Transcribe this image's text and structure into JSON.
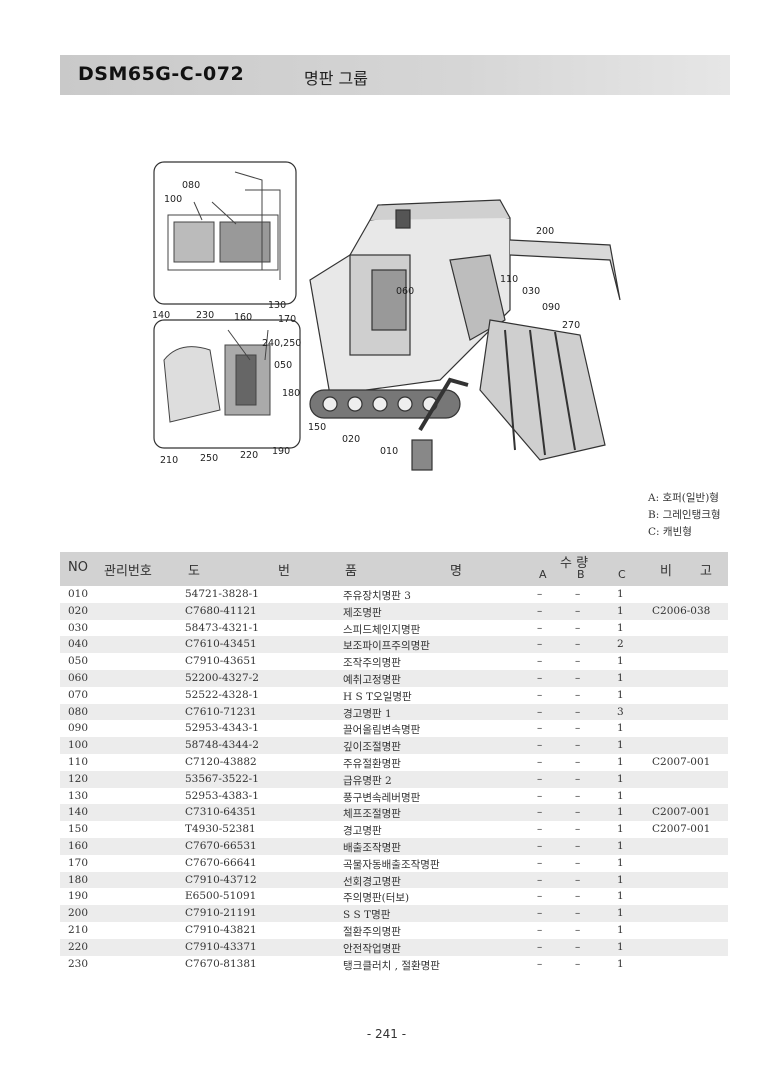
{
  "header": {
    "code": "DSM65G-C-072",
    "group": "명판 그룹"
  },
  "figure": {
    "callouts": [
      "080",
      "100",
      "130",
      "140",
      "230",
      "160",
      "170",
      "240,250",
      "050",
      "180",
      "150",
      "210",
      "250",
      "220",
      "190",
      "200",
      "060",
      "110",
      "030",
      "090",
      "270",
      "020",
      "010"
    ]
  },
  "legend": [
    "A: 호퍼(일반)형",
    "B: 그레인탱크형",
    "C: 캐빈형"
  ],
  "table": {
    "headers": {
      "no": "NO",
      "mgmt": "관리번호",
      "dwg_1": "도",
      "dwg_2": "번",
      "name_1": "품",
      "name_2": "명",
      "qty": "수 량",
      "a": "A",
      "b": "B",
      "c": "C",
      "note_1": "비",
      "note_2": "고"
    },
    "rows": [
      {
        "no": "010",
        "dwg": "54721-3828-1",
        "name": "주유장치명판 3",
        "a": "–",
        "b": "–",
        "c": "1",
        "note": ""
      },
      {
        "no": "020",
        "dwg": "C7680-41121",
        "name": "제조명판",
        "a": "–",
        "b": "–",
        "c": "1",
        "note": "C2006-038"
      },
      {
        "no": "030",
        "dwg": "58473-4321-1",
        "name": "스피드체인지명판",
        "a": "–",
        "b": "–",
        "c": "1",
        "note": ""
      },
      {
        "no": "040",
        "dwg": "C7610-43451",
        "name": "보조파이프주의명판",
        "a": "–",
        "b": "–",
        "c": "2",
        "note": ""
      },
      {
        "no": "050",
        "dwg": "C7910-43651",
        "name": "조작주의명판",
        "a": "–",
        "b": "–",
        "c": "1",
        "note": ""
      },
      {
        "no": "060",
        "dwg": "52200-4327-2",
        "name": "예취고정명판",
        "a": "–",
        "b": "–",
        "c": "1",
        "note": ""
      },
      {
        "no": "070",
        "dwg": "52522-4328-1",
        "name": "H S T오일명판",
        "a": "–",
        "b": "–",
        "c": "1",
        "note": ""
      },
      {
        "no": "080",
        "dwg": "C7610-71231",
        "name": "경고명판 1",
        "a": "–",
        "b": "–",
        "c": "3",
        "note": ""
      },
      {
        "no": "090",
        "dwg": "52953-4343-1",
        "name": "끌어올림변속명판",
        "a": "–",
        "b": "–",
        "c": "1",
        "note": ""
      },
      {
        "no": "100",
        "dwg": "58748-4344-2",
        "name": "깊이조절명판",
        "a": "–",
        "b": "–",
        "c": "1",
        "note": ""
      },
      {
        "no": "110",
        "dwg": "C7120-43882",
        "name": "주유절환명판",
        "a": "–",
        "b": "–",
        "c": "1",
        "note": "C2007-001"
      },
      {
        "no": "120",
        "dwg": "53567-3522-1",
        "name": "급유명판 2",
        "a": "–",
        "b": "–",
        "c": "1",
        "note": ""
      },
      {
        "no": "130",
        "dwg": "52953-4383-1",
        "name": "풍구변속레버명판",
        "a": "–",
        "b": "–",
        "c": "1",
        "note": ""
      },
      {
        "no": "140",
        "dwg": "C7310-64351",
        "name": "체프조절명판",
        "a": "–",
        "b": "–",
        "c": "1",
        "note": "C2007-001"
      },
      {
        "no": "150",
        "dwg": "T4930-52381",
        "name": "경고명판",
        "a": "–",
        "b": "–",
        "c": "1",
        "note": "C2007-001"
      },
      {
        "no": "160",
        "dwg": "C7670-66531",
        "name": "배출조작명판",
        "a": "–",
        "b": "–",
        "c": "1",
        "note": ""
      },
      {
        "no": "170",
        "dwg": "C7670-66641",
        "name": "곡물자동배출조작명판",
        "a": "–",
        "b": "–",
        "c": "1",
        "note": ""
      },
      {
        "no": "180",
        "dwg": "C7910-43712",
        "name": "선회경고명판",
        "a": "–",
        "b": "–",
        "c": "1",
        "note": ""
      },
      {
        "no": "190",
        "dwg": "E6500-51091",
        "name": "주의명판(터보)",
        "a": "–",
        "b": "–",
        "c": "1",
        "note": ""
      },
      {
        "no": "200",
        "dwg": "C7910-21191",
        "name": "S S T명판",
        "a": "–",
        "b": "–",
        "c": "1",
        "note": ""
      },
      {
        "no": "210",
        "dwg": "C7910-43821",
        "name": "절환주의명판",
        "a": "–",
        "b": "–",
        "c": "1",
        "note": ""
      },
      {
        "no": "220",
        "dwg": "C7910-43371",
        "name": "안전작업명판",
        "a": "–",
        "b": "–",
        "c": "1",
        "note": ""
      },
      {
        "no": "230",
        "dwg": "C7670-81381",
        "name": "탱크클러치 , 절환명판",
        "a": "–",
        "b": "–",
        "c": "1",
        "note": ""
      }
    ]
  },
  "page_number": "- 241 -"
}
